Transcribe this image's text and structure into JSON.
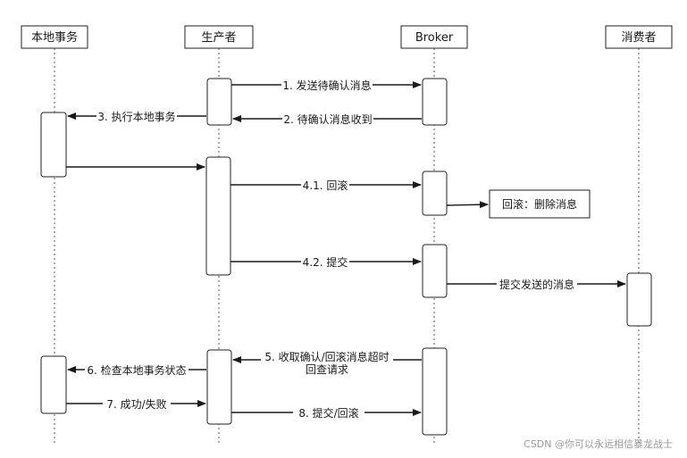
{
  "participants": {
    "local_tx": "本地事务",
    "producer": "生产者",
    "broker": "Broker",
    "consumer": "消费者"
  },
  "messages": {
    "m1": "1. 发送待确认消息",
    "m2": "2. 待确认消息收到",
    "m3": "3. 执行本地事务",
    "m41": "4.1. 回滚",
    "rollback_box": "回滚：删除消息",
    "m42": "4.2. 提交",
    "deliver": "提交发送的消息",
    "m5_line1": "5. 收取确认/回滚消息超时",
    "m5_line2": "回查请求",
    "m6": "6. 检查本地事务状态",
    "m7": "7. 成功/失败",
    "m8": "8. 提交/回滚"
  },
  "watermark": "CSDN @你可以永远相信暴龙战士"
}
